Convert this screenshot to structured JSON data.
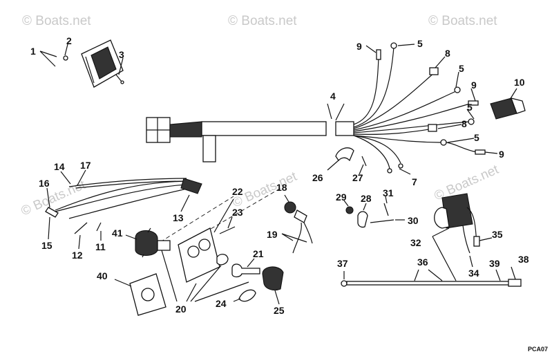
{
  "watermarks": [
    {
      "text": "© Boats.net"
    },
    {
      "text": "© Boats.net"
    },
    {
      "text": "© Boats.net"
    },
    {
      "text": "© Boats.net"
    },
    {
      "text": "© Boats.net"
    },
    {
      "text": "© Boats.net"
    }
  ],
  "part_labels": [
    {
      "text": "1"
    },
    {
      "text": "2"
    },
    {
      "text": "3"
    },
    {
      "text": "4"
    },
    {
      "text": "5"
    },
    {
      "text": "5"
    },
    {
      "text": "5"
    },
    {
      "text": "5"
    },
    {
      "text": "7"
    },
    {
      "text": "8"
    },
    {
      "text": "8"
    },
    {
      "text": "9"
    },
    {
      "text": "9"
    },
    {
      "text": "9"
    },
    {
      "text": "10"
    },
    {
      "text": "11"
    },
    {
      "text": "12"
    },
    {
      "text": "13"
    },
    {
      "text": "14"
    },
    {
      "text": "15"
    },
    {
      "text": "16"
    },
    {
      "text": "17"
    },
    {
      "text": "18"
    },
    {
      "text": "19"
    },
    {
      "text": "20"
    },
    {
      "text": "21"
    },
    {
      "text": "22"
    },
    {
      "text": "23"
    },
    {
      "text": "24"
    },
    {
      "text": "25"
    },
    {
      "text": "26"
    },
    {
      "text": "27"
    },
    {
      "text": "28"
    },
    {
      "text": "29"
    },
    {
      "text": "30"
    },
    {
      "text": "31"
    },
    {
      "text": "32"
    },
    {
      "text": "34"
    },
    {
      "text": "35"
    },
    {
      "text": "36"
    },
    {
      "text": "37"
    },
    {
      "text": "38"
    },
    {
      "text": "39"
    },
    {
      "text": "40"
    },
    {
      "text": "41"
    }
  ],
  "drawing_code": "PCA07"
}
